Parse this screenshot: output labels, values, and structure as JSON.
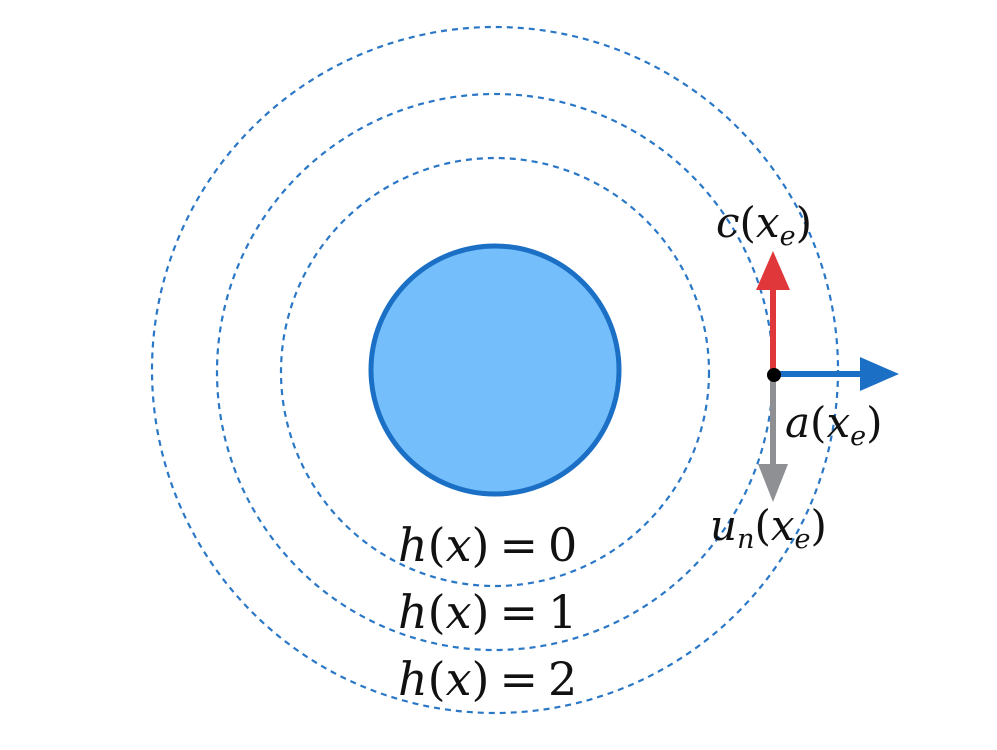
{
  "colors": {
    "obstacle_fill": "#74BFFB",
    "obstacle_stroke": "#1B70C5",
    "level_set_stroke": "#2A77C6",
    "arrow_c": "#E0383A",
    "arrow_a": "#1B70C5",
    "arrow_u": "#8E9094",
    "point": "#000000"
  },
  "level_sets": [
    {
      "h": "h",
      "x": "x",
      "eq": "=",
      "value": "0"
    },
    {
      "h": "h",
      "x": "x",
      "eq": "=",
      "value": "1"
    },
    {
      "h": "h",
      "x": "x",
      "eq": "=",
      "value": "2"
    }
  ],
  "vectors": {
    "c": {
      "fn": "c",
      "arg": "x",
      "sub": "e"
    },
    "a": {
      "fn": "a",
      "arg": "x",
      "sub": "e"
    },
    "u": {
      "fn": "u",
      "fn_sub": "n",
      "arg": "x",
      "sub": "e"
    }
  }
}
